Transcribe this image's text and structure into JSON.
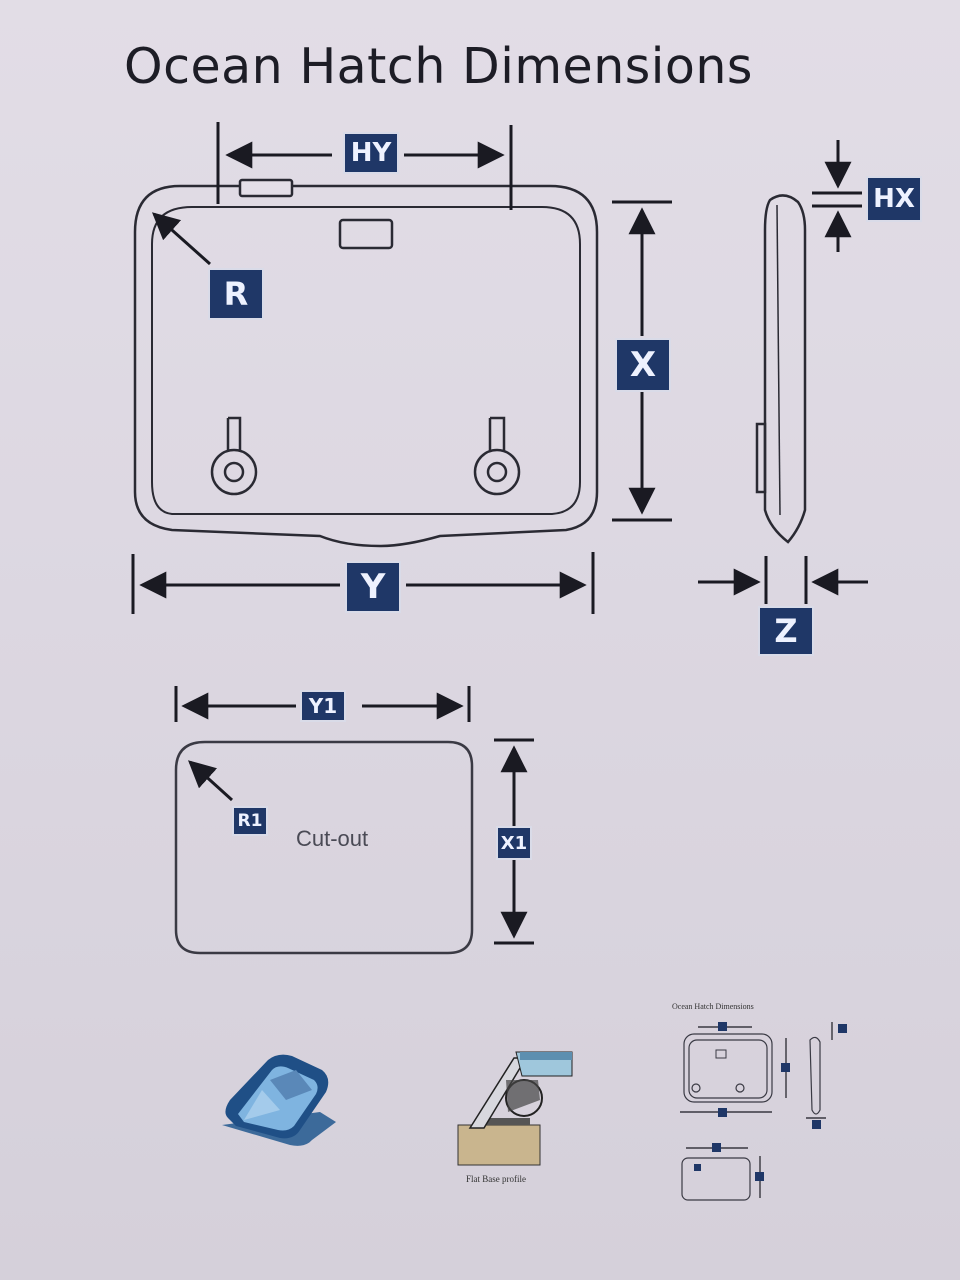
{
  "title": "Ocean Hatch Dimensions",
  "labels": {
    "hy": "HY",
    "hx": "HX",
    "r": "R",
    "x": "X",
    "y": "Y",
    "z": "Z",
    "y1": "Y1",
    "x1": "X1",
    "r1": "R1"
  },
  "cutout_label": "Cut-out",
  "thumbnails": {
    "profile_caption": "Flat Base profile",
    "mini_title": "Ocean Hatch Dimensions"
  },
  "colors": {
    "label_bg": "#1f3767",
    "line": "#1a1a22",
    "background": "#ddd8e2"
  }
}
